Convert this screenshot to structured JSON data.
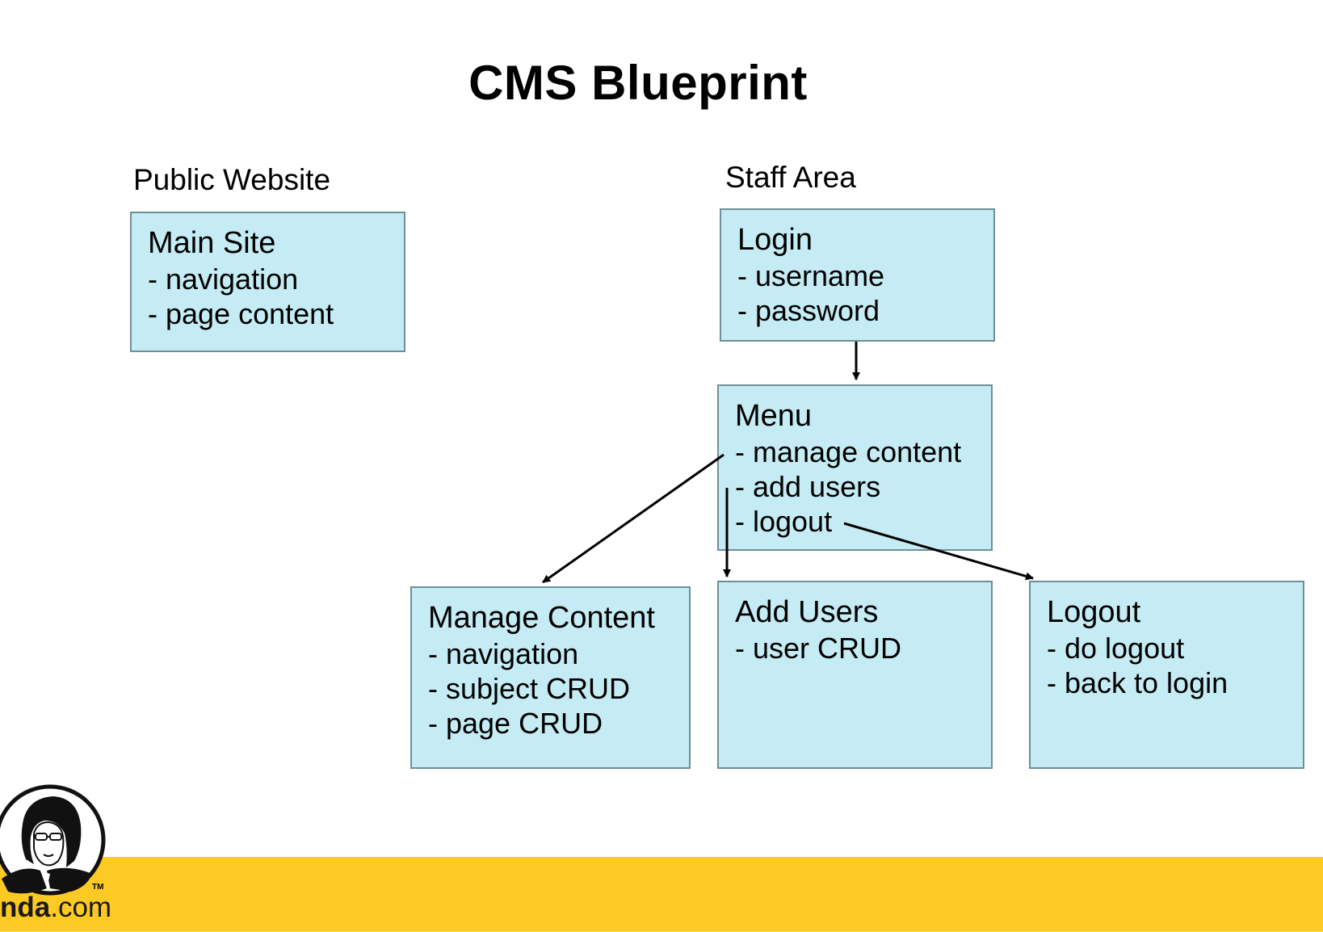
{
  "title": "CMS Blueprint",
  "sections": {
    "public": "Public Website",
    "staff": "Staff Area"
  },
  "boxes": {
    "main_site": {
      "title": "Main Site",
      "items": [
        "- navigation",
        "- page content"
      ]
    },
    "login": {
      "title": "Login",
      "items": [
        "- username",
        "- password"
      ]
    },
    "menu": {
      "title": "Menu",
      "items": [
        "- manage content",
        "- add users",
        "- logout"
      ]
    },
    "manage_content": {
      "title": "Manage Content",
      "items": [
        "- navigation",
        "- subject CRUD",
        "- page CRUD"
      ]
    },
    "add_users": {
      "title": "Add Users",
      "items": [
        "- user CRUD"
      ]
    },
    "logout": {
      "title": "Logout",
      "items": [
        "- do logout",
        "- back to login"
      ]
    }
  },
  "brand": {
    "bold": "nda",
    "rest": ".com",
    "trademark": "TM"
  },
  "colors": {
    "box_fill": "#c5ecf4",
    "box_border": "#6d8f98",
    "footer": "#fdca24"
  }
}
